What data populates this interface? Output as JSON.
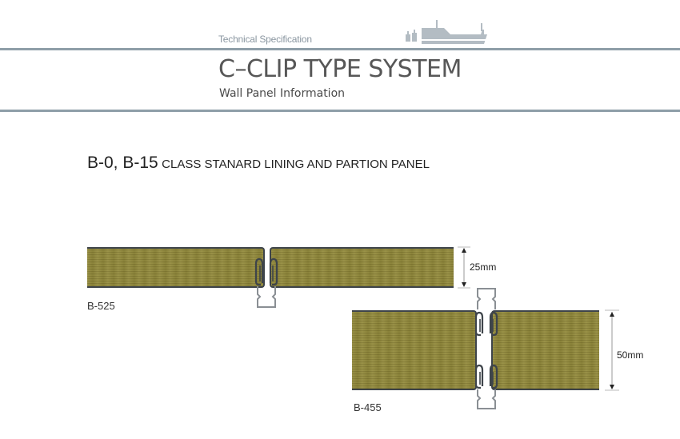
{
  "header": {
    "top_label": "Technical Specification",
    "logo_icon": "ship-icon",
    "title": "C–CLIP TYPE SYSTEM",
    "subtitle": "Wall Panel Information",
    "rule_color": "#8e9ea8"
  },
  "section": {
    "heading_class": "B-0, B-15",
    "heading_text": "CLASS STANARD LINING AND PARTION PANEL"
  },
  "diagrams": [
    {
      "label": "B-525",
      "thickness": "25mm",
      "clip_icon": "c-clip-icon"
    },
    {
      "label": "B-455",
      "thickness": "50mm",
      "clip_icon": "c-clip-icon"
    }
  ],
  "colors": {
    "panel_fill": "#8e8638",
    "panel_edge": "#3e444a",
    "clip": "#8a8f94",
    "clip_dark": "#3e444a"
  }
}
